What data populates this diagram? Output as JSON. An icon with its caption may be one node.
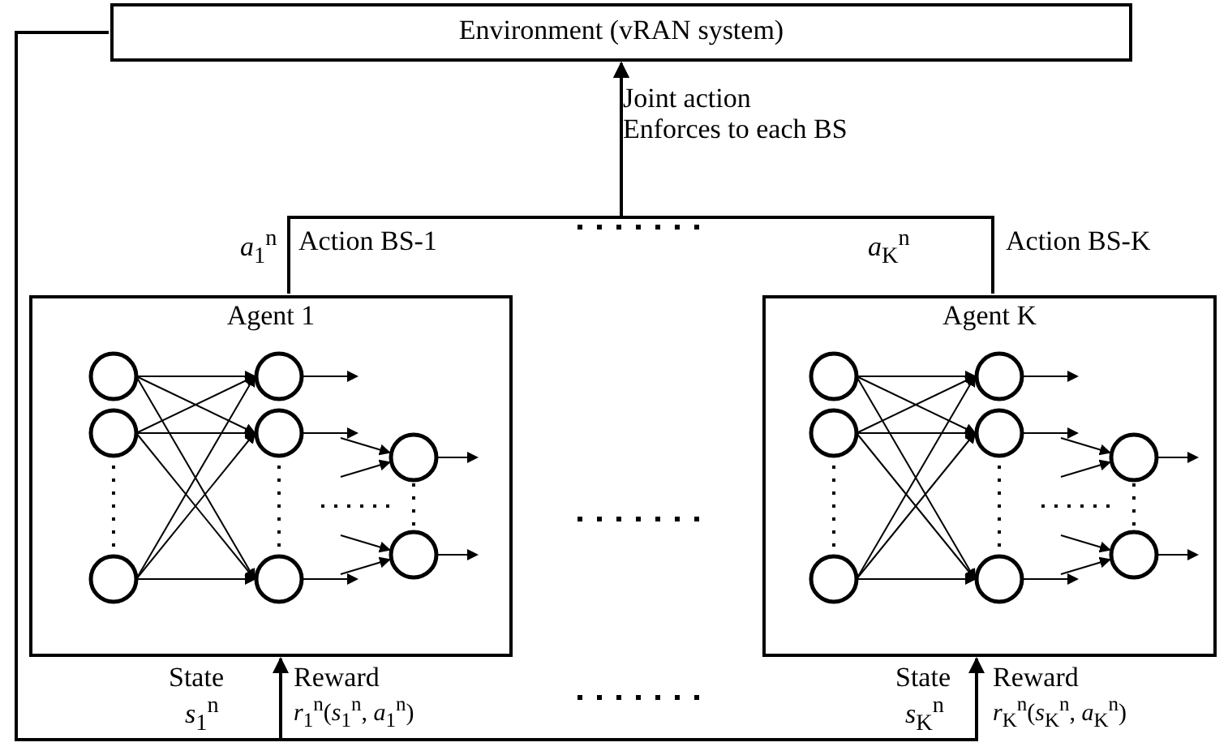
{
  "diagram": {
    "nodes": [
      {
        "text": [
          "Environment (vRAN system)"
        ]
      },
      {
        "text": [
          "Agent 1"
        ]
      },
      {
        "text": [],
        "shape": "picture",
        "in": 1
      },
      {
        "text": [
          "Agent K"
        ]
      },
      {
        "text": [],
        "shape": "picture",
        "in": 3
      }
    ],
    "edges": [
      {
        "from": 1,
        "to": 0,
        "arrow": "to",
        "label": "Joint action Enforces to each BS"
      },
      {
        "from": 3,
        "to": 0,
        "arrow": "to"
      },
      {
        "from": 0,
        "to": 1,
        "arrow": "to"
      },
      {
        "from": 0,
        "to": 3,
        "arrow": "to"
      }
    ],
    "labels": [
      "*a*$_{1}$$^{n}$",
      "Action BS-1",
      "*a*$_{K}$$^{n}$",
      "Action BS-K",
      "State",
      "*s*$_{1}$$^{n}$",
      "Reward",
      "*r*$_{1}$$^{n}$(*s*$_{1}$$^{n}$, *a*$_{1}$$^{n}$)",
      "State",
      "*s*$_{K}$$^{n}$",
      "Reward",
      "*r*$_{K}$$^{n}$(*s*$_{K}$$^{n}$, *a*$_{K}$$^{n}$)"
    ]
  }
}
